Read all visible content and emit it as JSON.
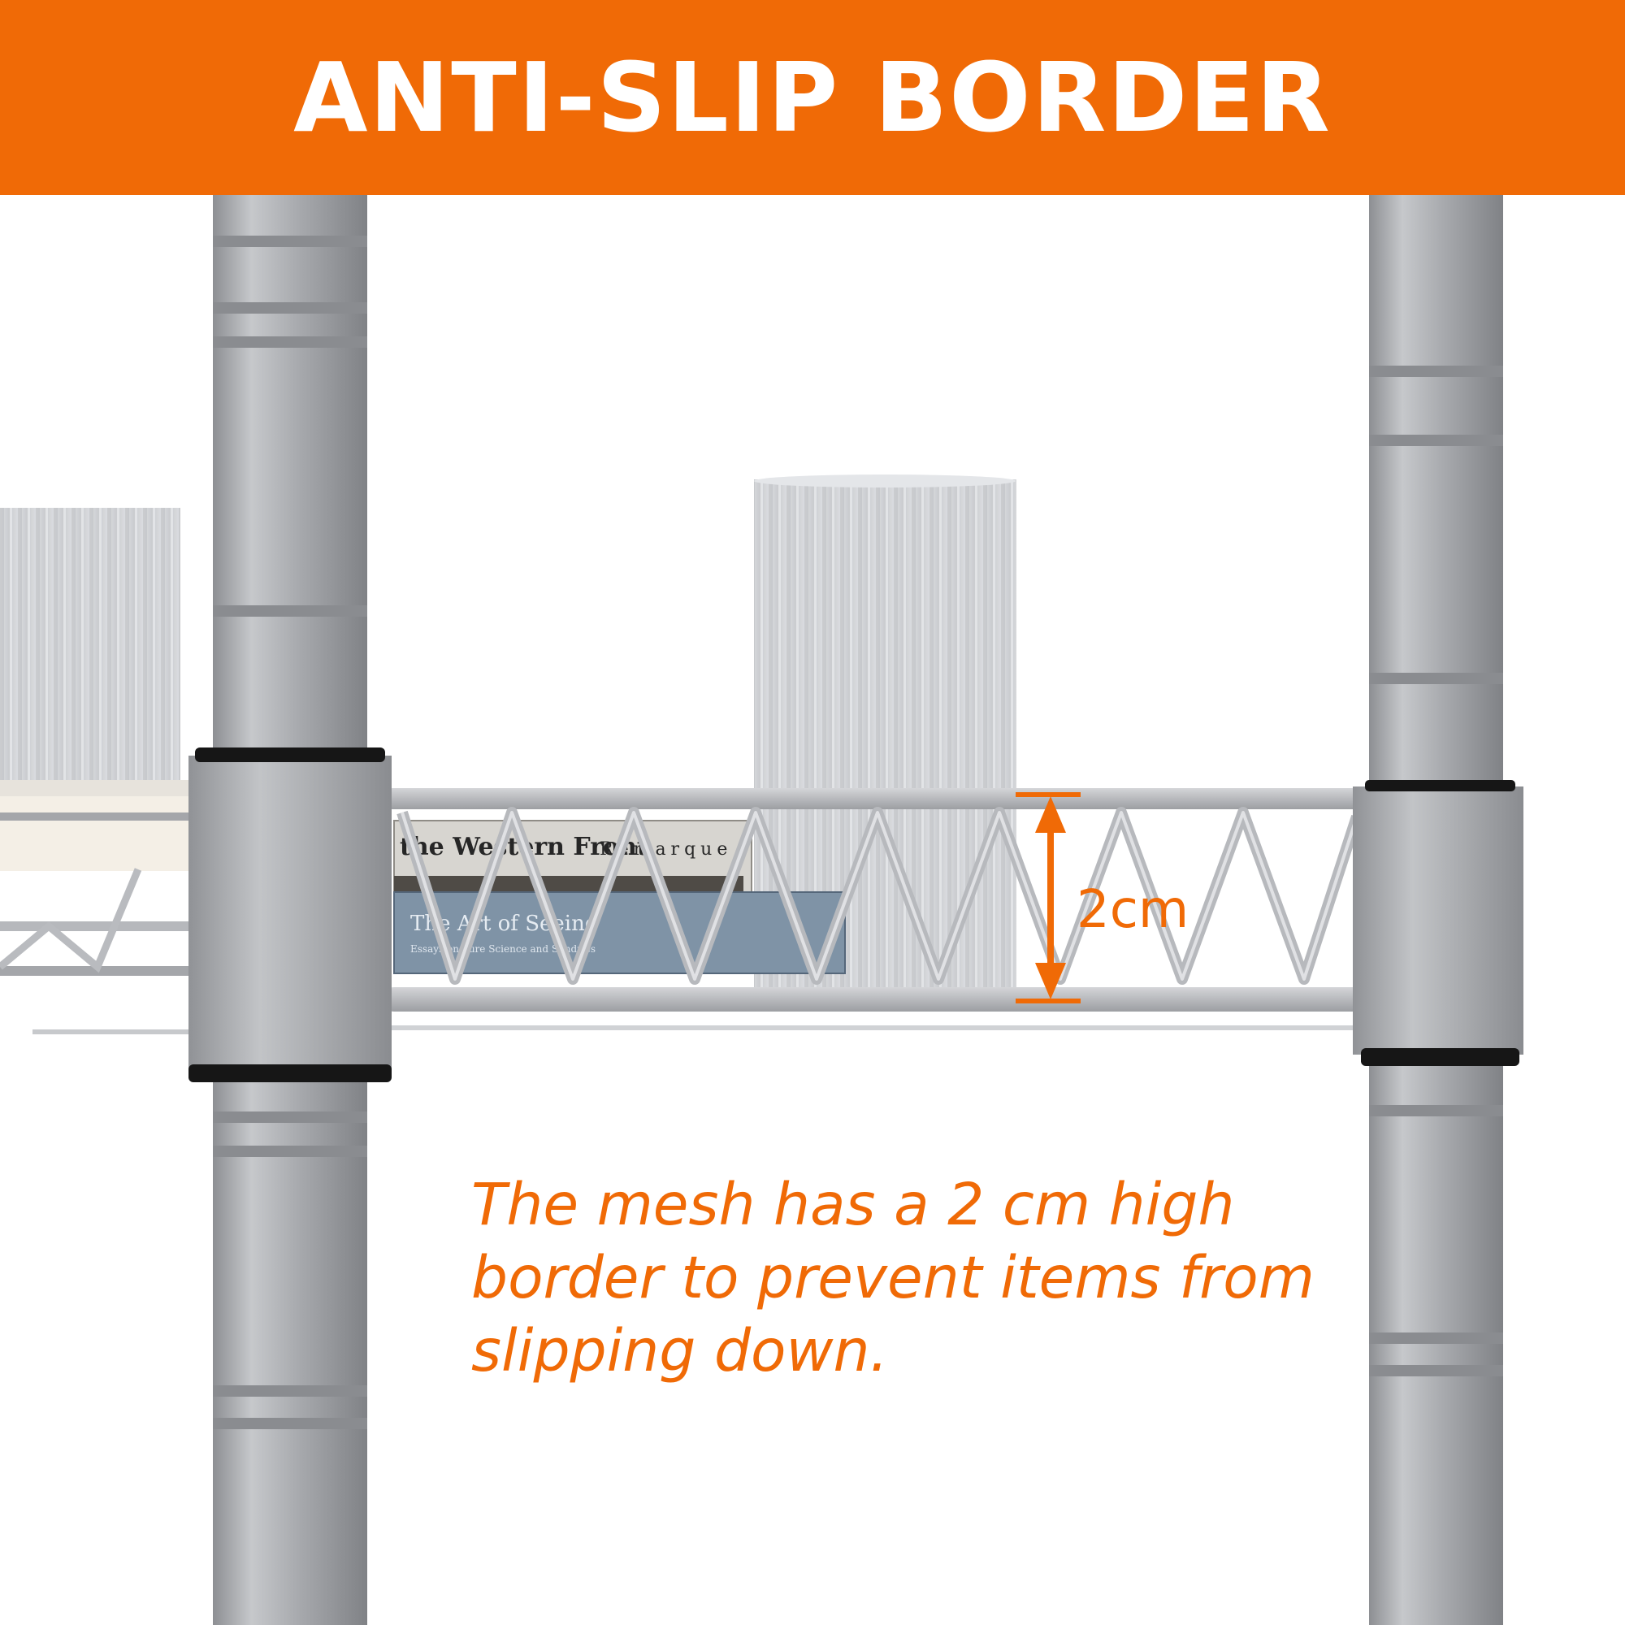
{
  "banner": {
    "title": "ANTI-SLIP BORDER"
  },
  "dimension": {
    "label": "2cm"
  },
  "caption": {
    "text": "The mesh has a 2 cm high\nborder to prevent items from\nslipping down."
  },
  "book_spines": {
    "title_1": "the Western Front",
    "author_1": "Remarque",
    "title_2": "The Art of Seeing",
    "subtitle_2": "Essays on Pure Science and Sundries"
  },
  "colors": {
    "accent": "#f06a06",
    "metal": "#a9abaf",
    "background": "#ffffff"
  },
  "icons": [
    "dimension-arrow-icon"
  ]
}
